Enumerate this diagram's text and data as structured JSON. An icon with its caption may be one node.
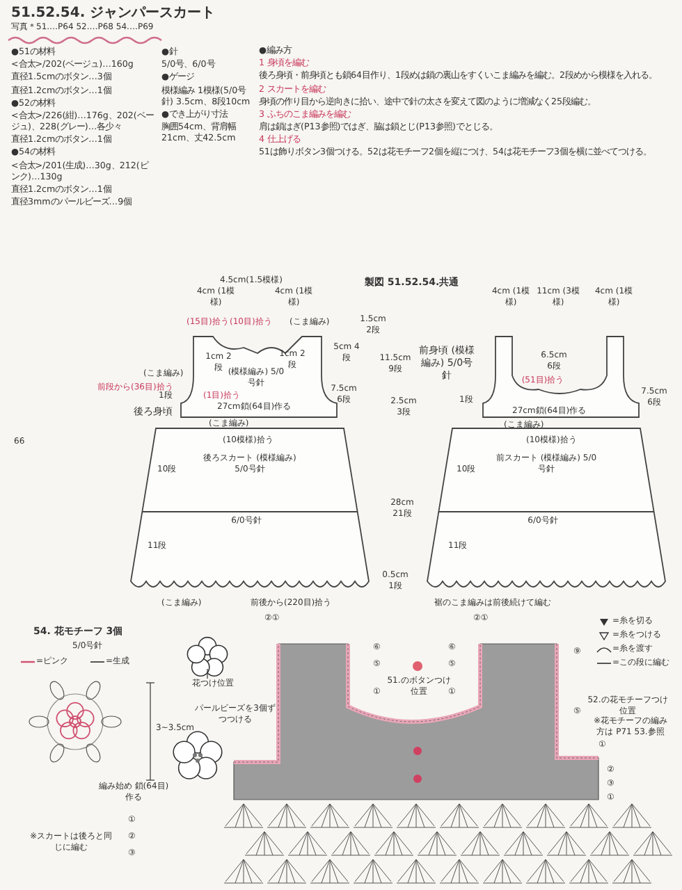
{
  "diagram": {
    "title": "51.52.54. ジャンパースカート",
    "nodes": [
      {
        "text": [
          "(模様編み) 5/0号針"
        ],
        "beside": [
          "後ろ身頃"
        ]
      },
      {
        "text": [
          "後ろスカート (模様編み) 5/0号針",
          "6/0号針"
        ]
      },
      {
        "text": [
          "(51目)拾う"
        ],
        "beside": [
          "前身頃 (模様編み) 5/0号針"
        ]
      },
      {
        "text": [
          "前スカート (模様編み) 5/0号針",
          "6/0号針"
        ]
      }
    ],
    "labels": [
      "写真＊51.…P64 52.…P68 54.…P69",
      "●51の材料",
      "<合太>/202(ベージュ)…160g",
      "直径1.5cmのボタン…3個",
      "直径1.2cmのボタン…1個",
      "●52の材料",
      "<合太>/226(紺)…176g、202(ベージュ)、228(グレー)…各少々",
      "直径1.2cmのボタン…1個",
      "●54の材料",
      "<合太>/201(生成)…30g、212(ピンク)…130g",
      "直径1.2cmのボタン…1個",
      "直径3mmのパールビーズ…9個",
      "●針",
      "5/0号、6/0号",
      "●ゲージ",
      "模様編み 1模様(5/0号針) 3.5cm、8段10cm",
      "●でき上がり寸法",
      "胸囲54cm、背肩幅21cm、丈42.5cm",
      "●編み方",
      "1 身頃を編む",
      "後ろ身頃・前身頃とも鎖64目作り、1段めは鎖の裏山をすくいこま編みを編む。2段めから模様を入れる。",
      "2 スカートを編む",
      "身頃の作り目から逆向きに拾い、途中で針の太さを変えて図のように増減なく25段編む。",
      "3 ふちのこま編みを編む",
      "肩は鎖はぎ(P13参照)ではぎ、脇は鎖とじ(P13参照)でとじる。",
      "4 仕上げる",
      "51は飾りボタン3個つける。52は花モチーフ2個を縦につけ、54は花モチーフ3個を横に並べてつける。",
      "66",
      "製図 51.52.54.共通",
      "4cm (1模様)",
      "4.5cm(1.5模様)",
      "4cm (1模様)",
      "(15目)拾う",
      "(10目)拾う",
      "(こま編み)",
      "1cm 2段",
      "1cm 2段",
      "(こま編み)",
      "前段から(36目)拾う",
      "1段",
      "(1目)拾う",
      "27cm鎖(64目)作る",
      "(こま編み)",
      "(10模様)拾う",
      "10段",
      "11段",
      "(こま編み)",
      "前後から(220目)拾う",
      "1.5cm 2段",
      "5cm 4段",
      "11.5cm 9段",
      "7.5cm 6段",
      "2.5cm 3段",
      "28cm 21段",
      "0.5cm 1段",
      "4cm (1模様)",
      "11cm (3模様)",
      "4cm (1模様)",
      "6.5cm 6段",
      "1段",
      "27cm鎖(64目)作る",
      "7.5cm 6段",
      "(こま編み)",
      "(10模様)拾う",
      "10段",
      "11段",
      "裾のこま編みは前後続けて編む",
      "54. 花モチーフ 3個",
      "5/0号針",
      "3~3.5cm",
      "花つけ位置",
      "パールビーズを3個ずつつける",
      "編み始め 鎖(64目)作る",
      "※スカートは後ろと同じに編む",
      "②①",
      "②①",
      "51.のボタンつけ位置",
      "52.の花モチーフつけ位置",
      "※花モチーフの編み方は P71 53.参照",
      "①",
      "②",
      "③",
      "⑥",
      "⑤",
      "①",
      "⑥",
      "⑤",
      "①",
      "⑨",
      "⑤",
      "①",
      "②",
      "③",
      "①"
    ],
    "legend": [
      {
        "text": "=ピンク"
      },
      {
        "text": "=生成"
      },
      {
        "text": "=糸を切る"
      },
      {
        "text": "=糸をつける"
      },
      {
        "text": "=糸を渡す"
      },
      {
        "text": "=この段に編む"
      }
    ]
  }
}
